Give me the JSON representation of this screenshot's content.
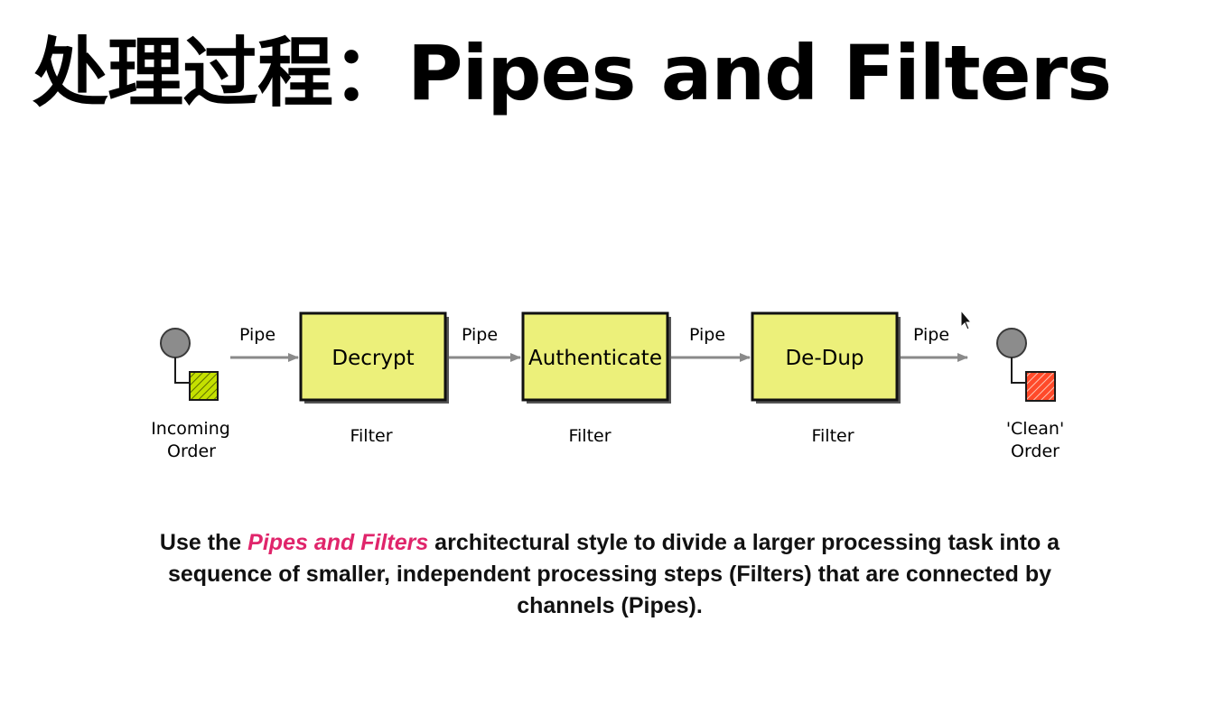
{
  "title": "处理过程：Pipes and Filters",
  "colors": {
    "filter_fill": "#ecf07a",
    "pipe_gray": "#8a8a8a",
    "incoming_order": "#c4e000",
    "clean_order": "#ff4a2a",
    "highlight": "#e0256b"
  },
  "diagram": {
    "incoming": {
      "line1": "Incoming",
      "line2": "Order",
      "icon": "message-yellow-hatched"
    },
    "clean": {
      "line1": "'Clean'",
      "line2": "Order",
      "icon": "message-red-hatched"
    },
    "pipe_label": "Pipe",
    "filter_caption": "Filter",
    "filters": [
      {
        "name": "Decrypt"
      },
      {
        "name": "Authenticate"
      },
      {
        "name": "De-Dup"
      }
    ]
  },
  "caption": {
    "before": "Use the ",
    "highlight": "Pipes and Filters",
    "after": " architectural style to divide a larger processing task into a sequence of smaller, independent processing steps (Filters) that are connected by channels (Pipes)."
  }
}
